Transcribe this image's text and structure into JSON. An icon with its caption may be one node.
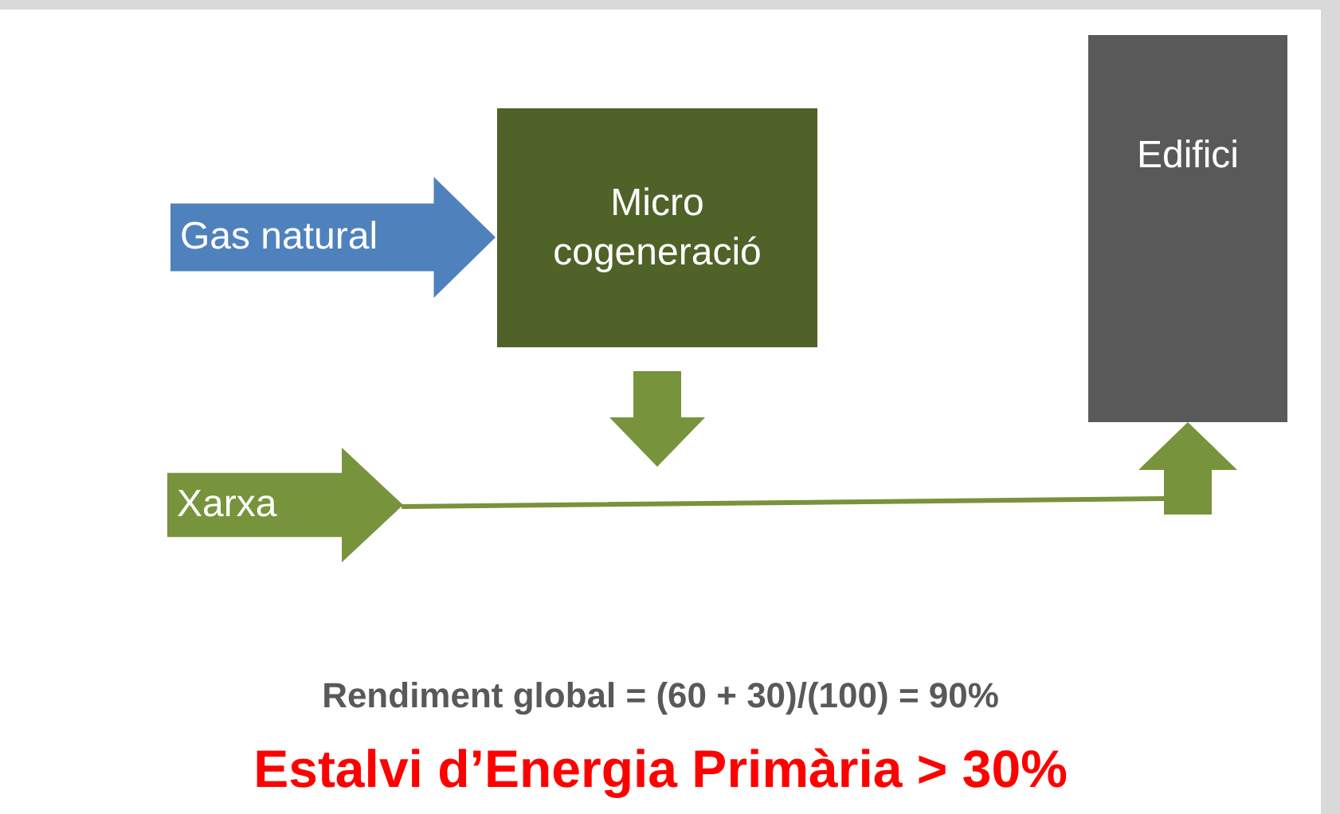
{
  "diagram": {
    "nodes": [
      {
        "text": [
          "Gas natural"
        ]
      },
      {
        "text": [
          "Micro cogeneració"
        ]
      },
      {
        "text": [
          "Edifici"
        ]
      },
      {
        "text": [
          "Xarxa"
        ]
      }
    ],
    "edges": [
      {
        "from": 3,
        "to": 2,
        "arrow": "to"
      },
      {
        "from": 1,
        "to": null,
        "arrow": "to",
        "style": "thick"
      }
    ],
    "labels": [
      "Rendiment global = (60 + 30)/(100) = 90%",
      "Estalvi d’Energia Primària > 30%"
    ]
  }
}
